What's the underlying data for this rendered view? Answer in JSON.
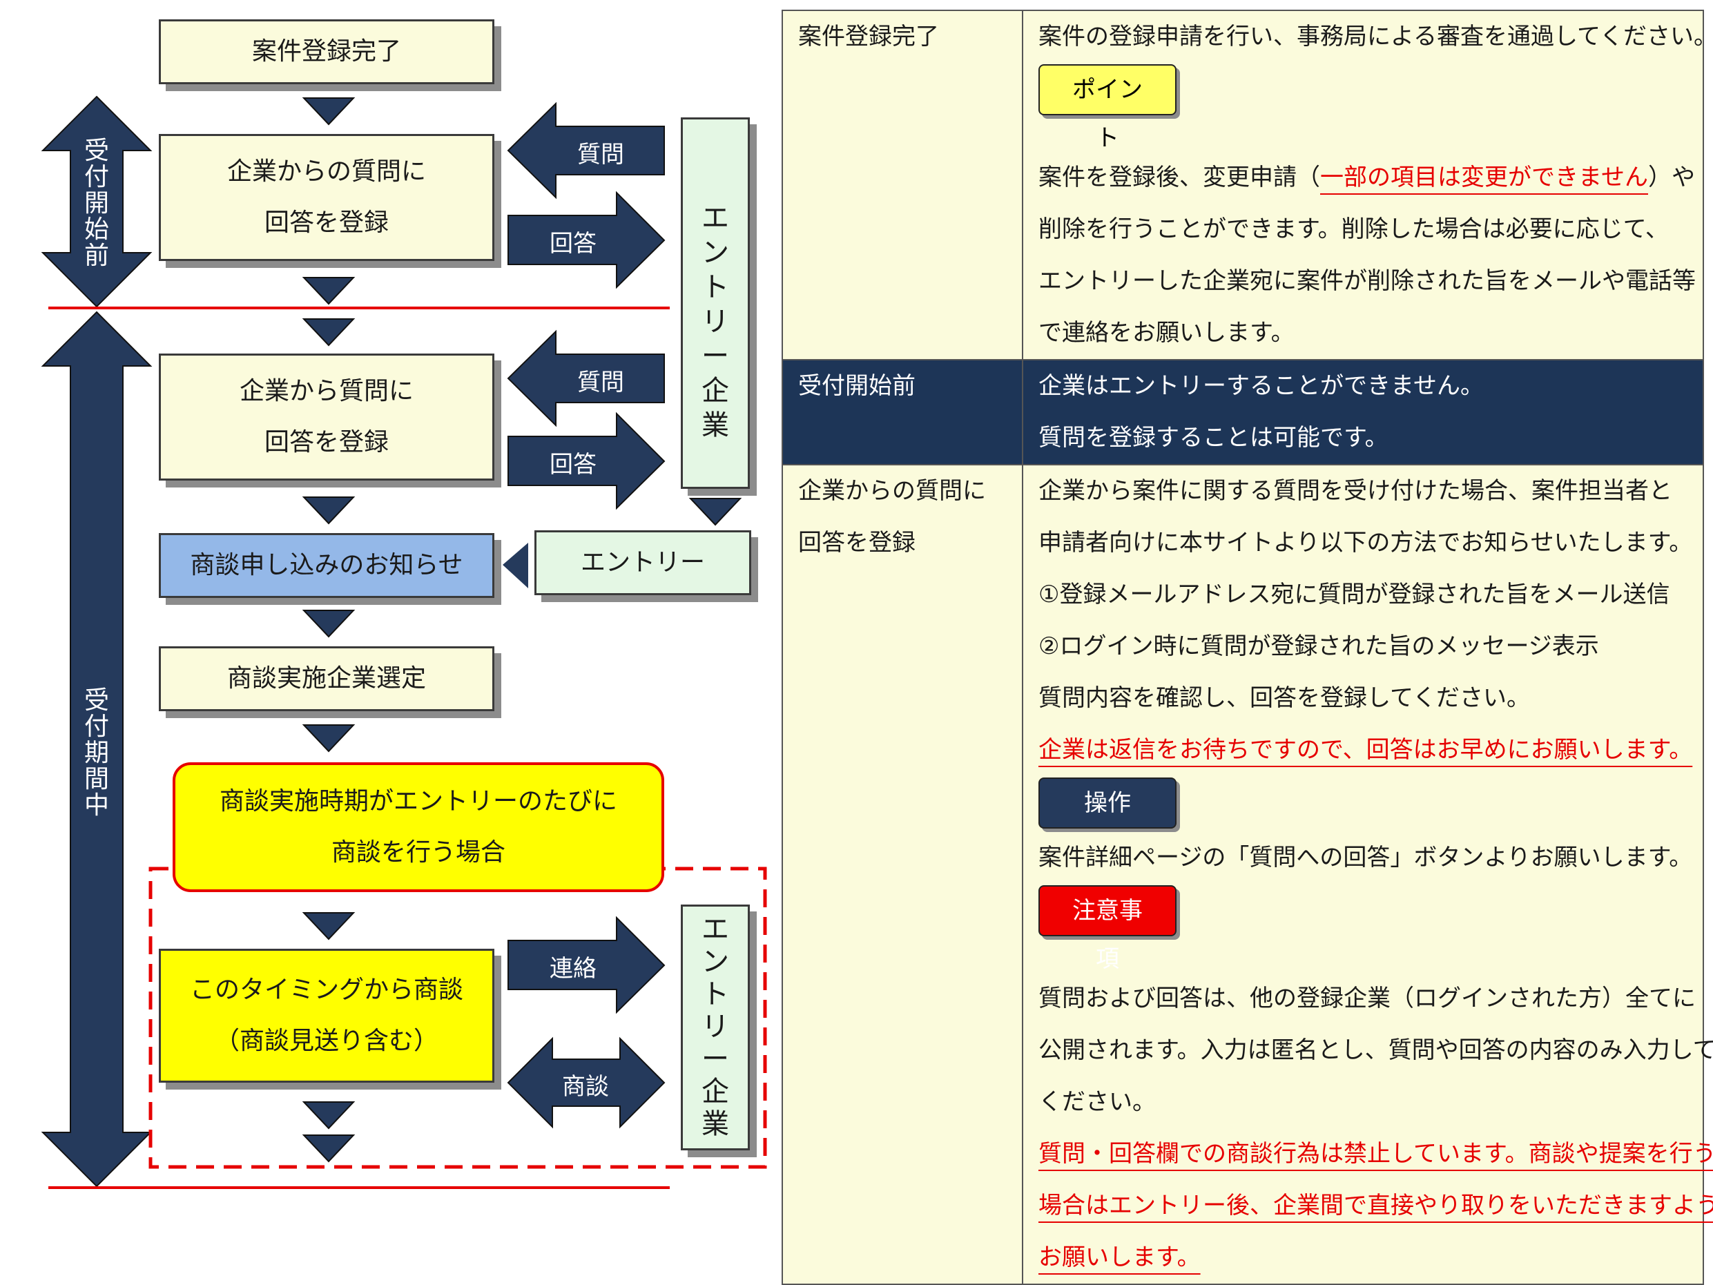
{
  "flow": {
    "case_registration": "案件登録完了",
    "before_reception": "受\n付\n開\n始\n前",
    "during_reception": "受\n付\n期\n間\n中",
    "qa_box_1": [
      "企業からの質問に",
      "回答を登録"
    ],
    "qa_box_2": [
      "企業から質問に",
      "回答を登録"
    ],
    "question": "質問",
    "answer": "回答",
    "entry_company": "エ\nン\nト\nリ\nー\n企\n業",
    "entry": "エントリー",
    "negotiation_notice": "商談申し込みのお知らせ",
    "select_company": "商談実施企業選定",
    "timing_box": [
      "商談実施時期がエントリーのたびに",
      "商談を行う場合"
    ],
    "this_timing": [
      "このタイミングから商談",
      "（商談見送り含む）"
    ],
    "contact": "連絡",
    "negotiation": "商談"
  },
  "table": {
    "rows": [
      {
        "label": [
          "案件登録完了"
        ],
        "content": {
          "intro": "案件の登録申請を行い、事務局による審査を通過してください。",
          "point_badge": "ポイント",
          "p1_before": "案件を登録後、変更申請（",
          "p1_red": "一部の項目は変更ができません",
          "p1_after": "）や",
          "p2": "削除を行うことができます。削除した場合は必要に応じて、",
          "p3": "エントリーした企業宛に案件が削除された旨をメールや電話等",
          "p4": "で連絡をお願いします。"
        }
      },
      {
        "label": [
          "受付開始前"
        ],
        "content": [
          "企業はエントリーすることができません。",
          "質問を登録することは可能です。"
        ]
      },
      {
        "label": [
          "企業からの質問に",
          "回答を登録"
        ],
        "content": {
          "l1": "企業から案件に関する質問を受け付けた場合、案件担当者と",
          "l2": "申請者向けに本サイトより以下の方法でお知らせいたします。",
          "l3": "①登録メールアドレス宛に質問が登録された旨をメール送信",
          "l4": "②ログイン時に質問が登録された旨のメッセージ表示",
          "l5": "質問内容を確認し、回答を登録してください。",
          "red1": "企業は返信をお待ちですので、回答はお早めにお願いします。",
          "operation_badge": "操作",
          "l6": "案件詳細ページの「質問への回答」ボタンよりお願いします。",
          "caution_badge": "注意事項",
          "l7": "質問および回答は、他の登録企業（ログインされた方）全てに",
          "l8": "公開されます。入力は匿名とし、質問や回答の内容のみ入力して",
          "l9": "ください。",
          "red2": "質問・回答欄での商談行為は禁止しています。商談や提案を行う",
          "red3": "場合はエントリー後、企業間で直接やり取りをいただきますよう",
          "red4": "お願いします。"
        }
      }
    ]
  },
  "colors": {
    "navy": "#253a5c",
    "cream": "#fbfbdc",
    "mint": "#e4f7e4",
    "light_blue": "#94b8e8",
    "yellow": "#ffff00",
    "red": "#e60000"
  }
}
